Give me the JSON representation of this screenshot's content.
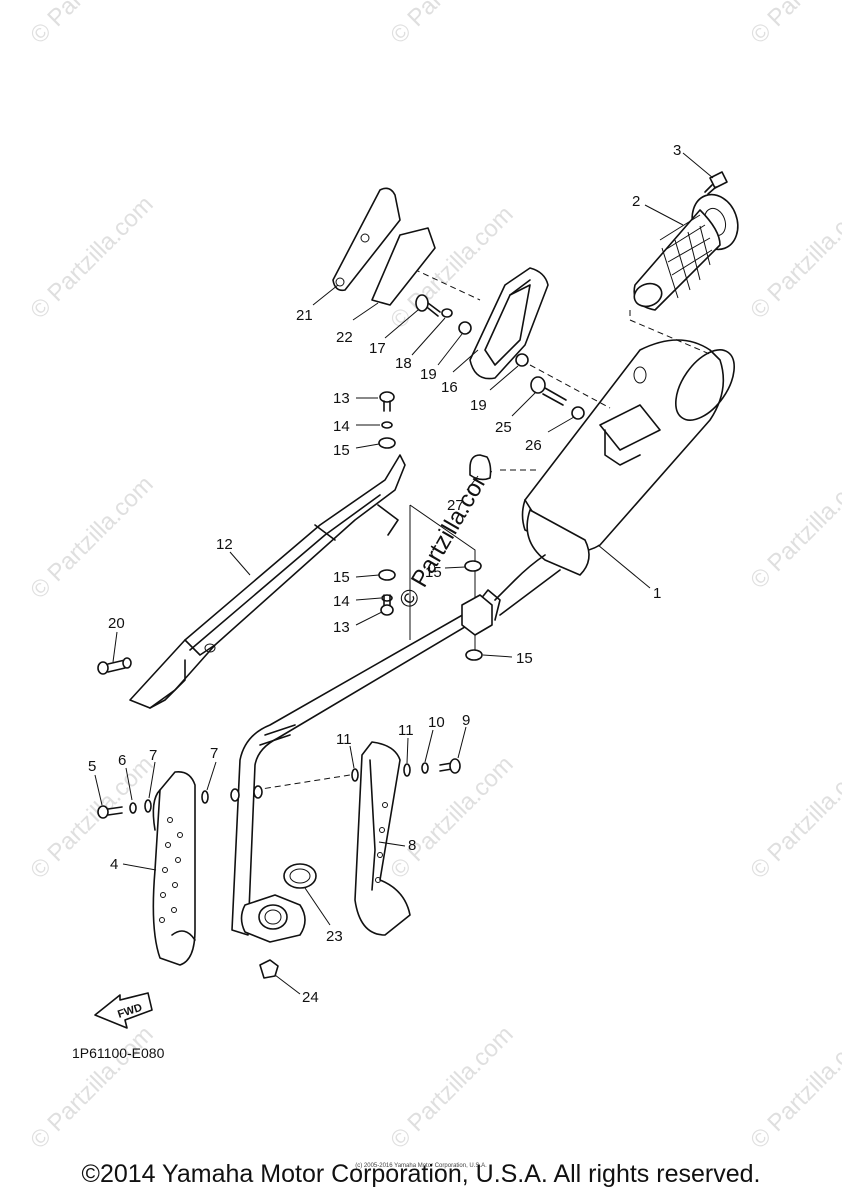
{
  "diagram": {
    "code": "1P61100-E080",
    "fwd_label": "FWD",
    "watermark_text": "© Partzilla.com",
    "center_watermark": "© Partzilla.com",
    "callouts": [
      "1",
      "2",
      "3",
      "4",
      "5",
      "6",
      "7",
      "7",
      "8",
      "9",
      "10",
      "11",
      "11",
      "12",
      "13",
      "13",
      "14",
      "14",
      "15",
      "15",
      "15",
      "15",
      "16",
      "17",
      "18",
      "19",
      "19",
      "20",
      "21",
      "22",
      "23",
      "24",
      "25",
      "26",
      "27"
    ]
  },
  "footer": {
    "copyright": "©2014 Yamaha Motor Corporation, U.S.A. All rights reserved.",
    "tiny_credit": "(c) 2005-2016 Yamaha Motor Corporation, U.S.A."
  }
}
